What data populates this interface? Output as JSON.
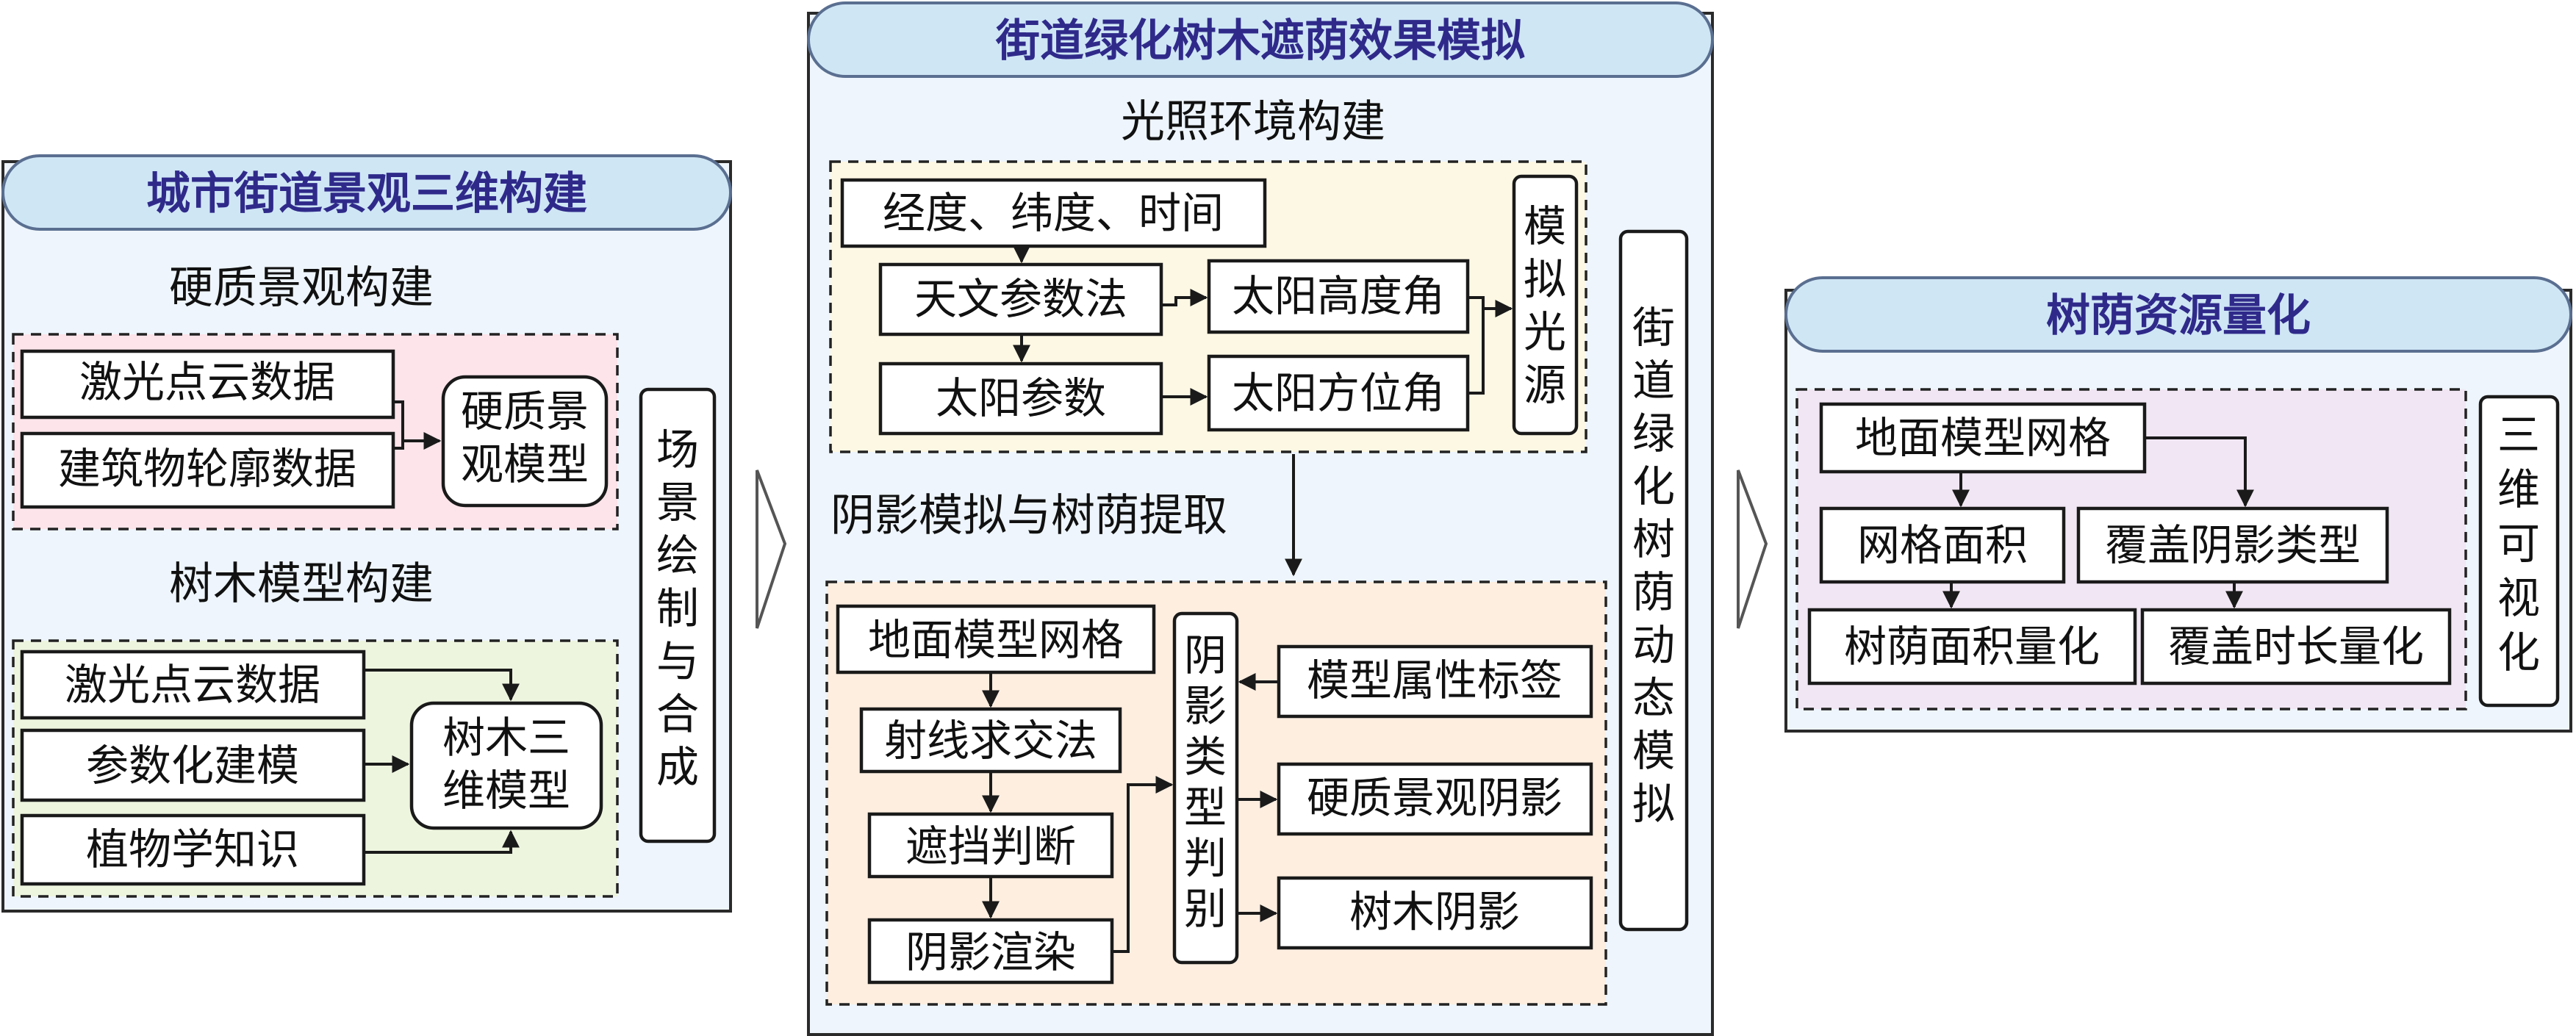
{
  "colors": {
    "panel_fill": "#eef5fc",
    "pill_fill": "#cfe6f5",
    "title_text": "#2f2a8a",
    "pink_zone": "#fce4ea",
    "green_zone": "#eef5df",
    "yellow_zone": "#fdf8e4",
    "orange_zone": "#fdeee0",
    "purple_zone": "#f1e6f3"
  },
  "panel1": {
    "title": "城市街道景观三维构建",
    "hard": {
      "heading": "硬质景观构建",
      "lidar": "激光点云数据",
      "building": "建筑物轮廓数据",
      "model": [
        "硬质景",
        "观模型"
      ]
    },
    "tree": {
      "heading": "树木模型构建",
      "lidar": "激光点云数据",
      "param": "参数化建模",
      "botany": "植物学知识",
      "model": [
        "树木三",
        "维模型"
      ]
    },
    "scene": [
      "场",
      "景",
      "绘",
      "制",
      "与",
      "合",
      "成"
    ]
  },
  "panel2": {
    "title": "街道绿化树木遮荫效果模拟",
    "light": {
      "heading": "光照环境构建",
      "input": "经度、纬度、时间",
      "method": "天文参数法",
      "params": "太阳参数",
      "altitude": "太阳高度角",
      "azimuth": "太阳方位角",
      "source": [
        "模",
        "拟",
        "光",
        "源"
      ]
    },
    "shadow": {
      "heading": "阴影模拟与树荫提取",
      "grid": "地面模型网格",
      "ray": "射线求交法",
      "occlusion": "遮挡判断",
      "render": "阴影渲染",
      "classify": [
        "阴",
        "影",
        "类",
        "型",
        "判",
        "别"
      ],
      "attr_label": "模型属性标签",
      "hard_shadow": "硬质景观阴影",
      "tree_shadow": "树木阴影"
    },
    "side": [
      "街",
      "道",
      "绿",
      "化",
      "树",
      "荫",
      "动",
      "态",
      "模",
      "拟"
    ]
  },
  "panel3": {
    "title": "树荫资源量化",
    "grid": "地面模型网格",
    "area": "网格面积",
    "coverage": "覆盖阴影类型",
    "shade_area": "树荫面积量化",
    "duration": "覆盖时长量化",
    "viz": [
      "三",
      "维",
      "可",
      "视",
      "化"
    ]
  }
}
